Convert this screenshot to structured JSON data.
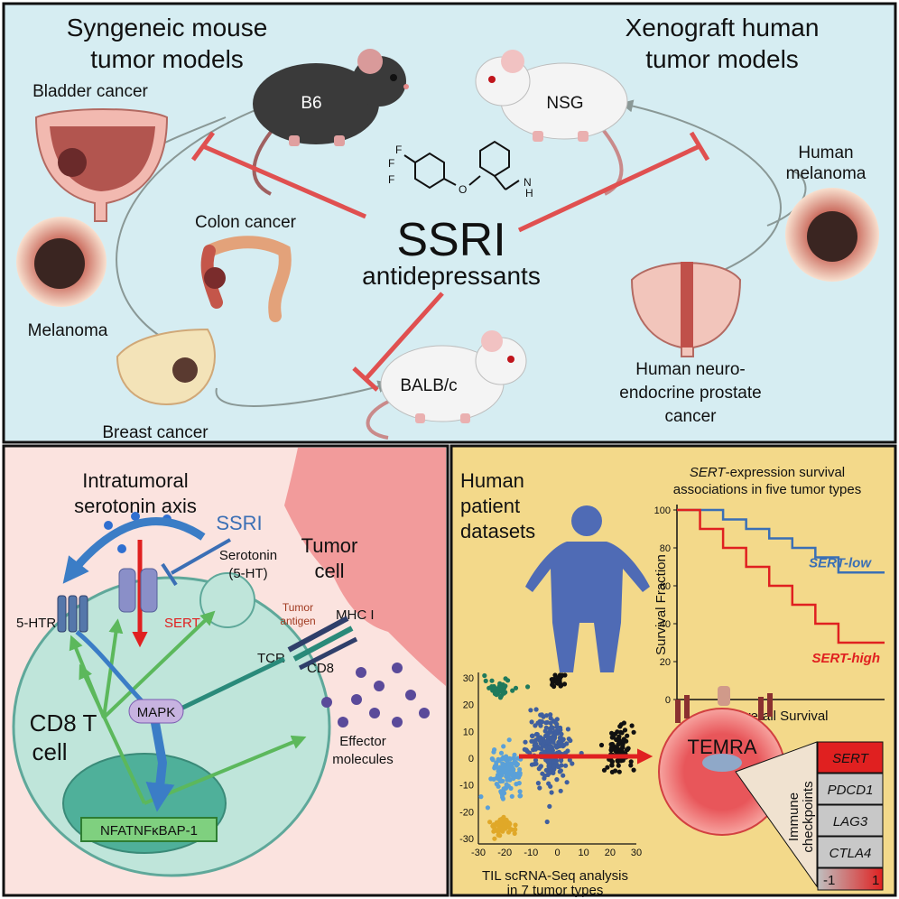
{
  "top": {
    "left_title": [
      "Syngeneic mouse",
      "tumor models"
    ],
    "right_title": [
      "Xenograft human",
      "tumor models"
    ],
    "mice": {
      "b6": "B6",
      "nsg": "NSG",
      "balbc": "BALB/c"
    },
    "cancers": {
      "bladder": "Bladder cancer",
      "colon": "Colon cancer",
      "melanoma": "Melanoma",
      "breast": "Breast cancer",
      "human_melanoma": [
        "Human",
        "melanoma"
      ],
      "human_prostate": [
        "Human neuro-",
        "endocrine prostate",
        "cancer"
      ]
    },
    "center": {
      "main": "SSRI",
      "sub": "antidepressants"
    },
    "molecule": {
      "f1": "F",
      "f2": "F",
      "f3": "F",
      "o": "O",
      "n": "N",
      "h": "H"
    }
  },
  "axis": {
    "title": [
      "Intratumoral",
      "serotonin axis"
    ],
    "ssri": "SSRI",
    "serotonin": [
      "Serotonin",
      "(5-HT)"
    ],
    "tumor_cell": [
      "Tumor",
      "cell"
    ],
    "tumor_antigen": [
      "Tumor",
      "antigen"
    ],
    "mhc": "MHC I",
    "htr": "5-HTR",
    "sert": "SERT",
    "tcr": "TCR",
    "cd8": "CD8",
    "mapk": "MAPK",
    "t_cell": [
      "CD8 T",
      "cell"
    ],
    "effector": [
      "Effector",
      "molecules"
    ],
    "nucleus": "NFATNFκBAP-1"
  },
  "patients": {
    "title": [
      "Human",
      "patient",
      "datasets"
    ],
    "survival_title_italic": "SERT",
    "survival_title_rest": "-expression survival",
    "survival_title_line2": "associations in five tumor types",
    "tsne_caption": [
      "TIL scRNA-Seq analysis",
      "in 7 tumor types"
    ],
    "temra": "TEMRA",
    "immune_label": [
      "Immune",
      "checkpoints"
    ],
    "checkpoints": [
      "SERT",
      "PDCD1",
      "LAG3",
      "CTLA4"
    ],
    "scale": {
      "min": "-1",
      "max": "1"
    },
    "colors": {
      "low": "#3a6fb5",
      "high": "#e02020",
      "temra": "#e8565a"
    }
  },
  "chart_data": [
    {
      "type": "line",
      "title": "SERT-expression survival associations in five tumor types",
      "ylabel": "Survival Fraction",
      "xlabel": "Overall Survival",
      "ylim": [
        0,
        100
      ],
      "yticks": [
        0,
        20,
        40,
        60,
        80,
        100
      ],
      "series": [
        {
          "name": "SERT-low",
          "color": "#3a6fb5",
          "x": [
            0,
            1,
            2,
            3,
            4,
            5,
            6,
            7,
            8,
            9
          ],
          "y": [
            100,
            100,
            95,
            90,
            85,
            80,
            75,
            67,
            67,
            67
          ]
        },
        {
          "name": "SERT-high",
          "color": "#e02020",
          "x": [
            0,
            1,
            2,
            3,
            4,
            5,
            6,
            7,
            8,
            9
          ],
          "y": [
            100,
            90,
            80,
            70,
            60,
            50,
            40,
            30,
            30,
            30
          ]
        }
      ]
    },
    {
      "type": "scatter",
      "title": "",
      "xlabel": "",
      "ylabel": "",
      "xticks": [
        -30,
        -20,
        -10,
        0,
        10,
        20,
        30
      ],
      "yticks": [
        -30,
        -20,
        -10,
        0,
        10,
        20,
        30
      ],
      "xlim": [
        -30,
        30
      ],
      "ylim": [
        -32,
        32
      ],
      "clusters": [
        {
          "color": "#1f7a5c",
          "cx": -22,
          "cy": 26,
          "sx": 5,
          "sy": 3,
          "n": 45
        },
        {
          "color": "#111111",
          "cx": 0,
          "cy": 29,
          "sx": 3,
          "sy": 2.5,
          "n": 25
        },
        {
          "color": "#111111",
          "cx": 23,
          "cy": 3,
          "sx": 5,
          "sy": 9,
          "n": 90
        },
        {
          "color": "#5aa0d8",
          "cx": -19,
          "cy": -5,
          "sx": 5,
          "sy": 7,
          "n": 130
        },
        {
          "color": "#3f5f9f",
          "cx": -3,
          "cy": 3,
          "sx": 7,
          "sy": 12,
          "n": 230
        },
        {
          "color": "#e0a828",
          "cx": -21,
          "cy": -25,
          "sx": 4,
          "sy": 3.5,
          "n": 55
        }
      ]
    }
  ]
}
